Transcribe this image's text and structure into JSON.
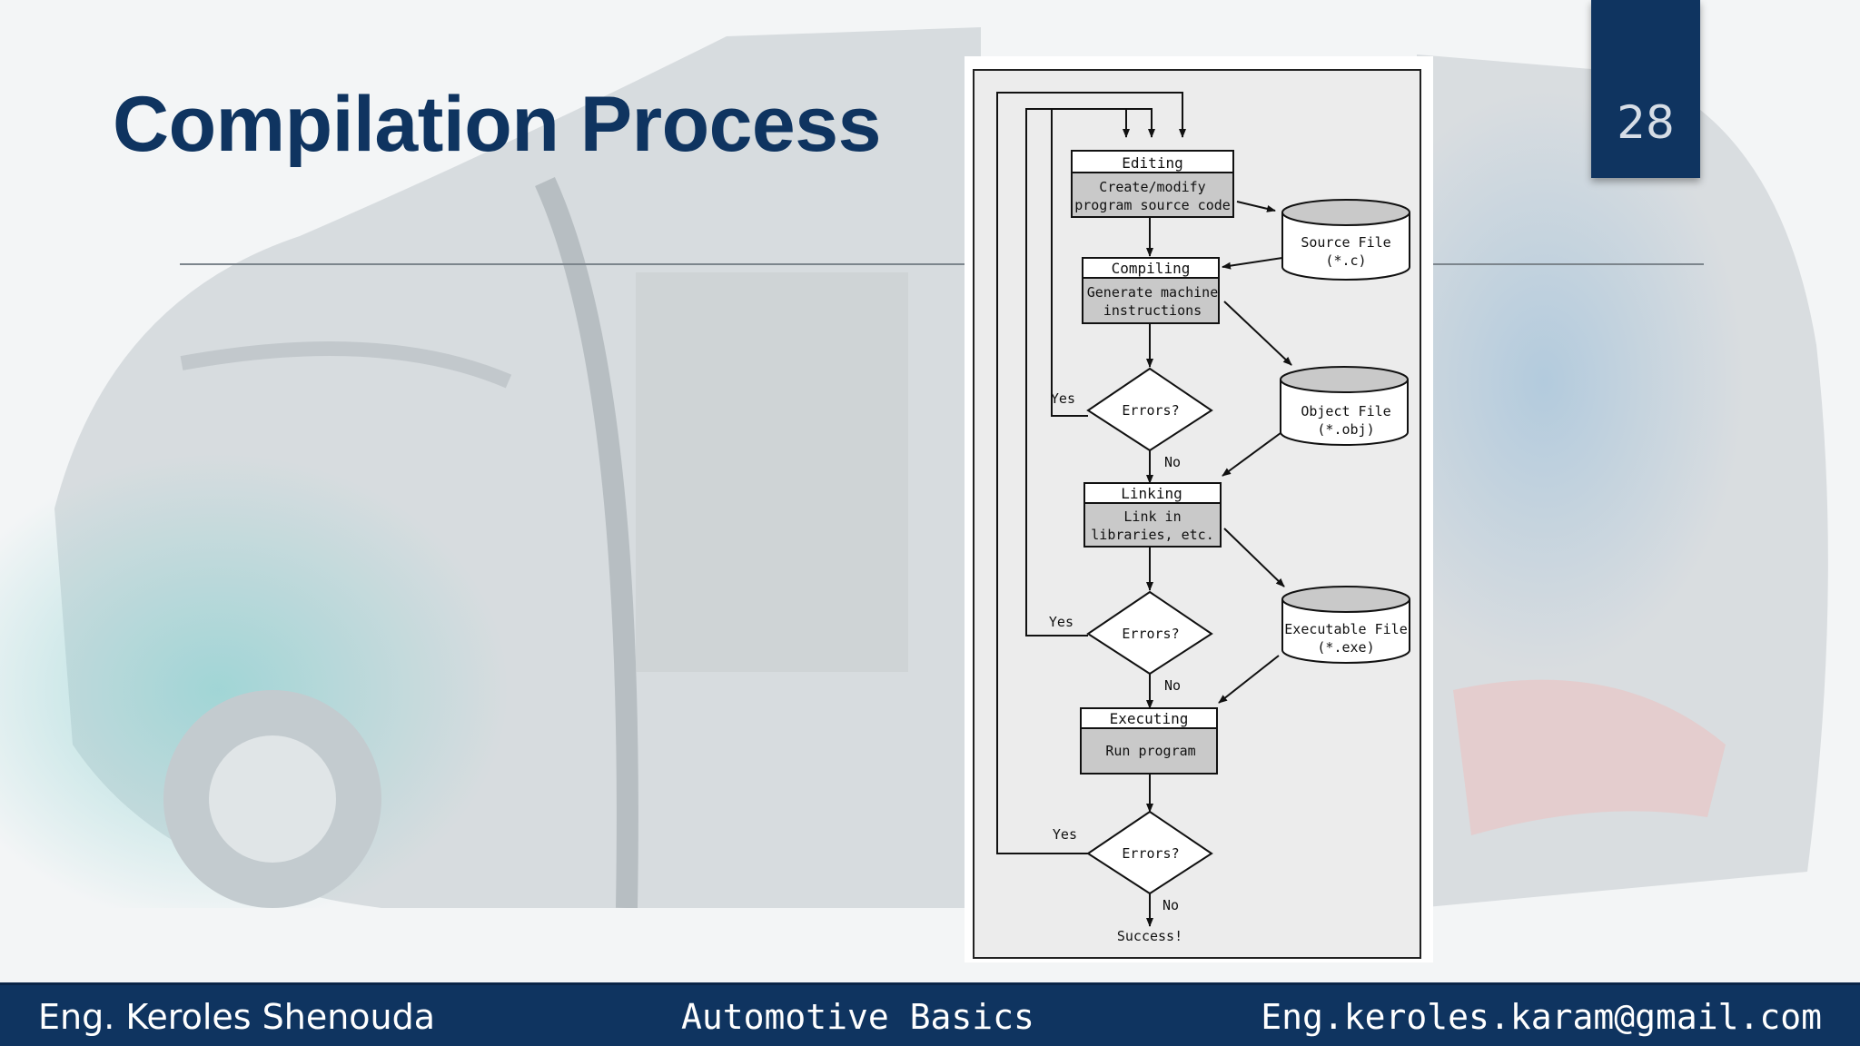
{
  "slide": {
    "title": "Compilation Process",
    "page_number": "28",
    "colors": {
      "navy": "#0f3460",
      "stage_fill": "#c9c9c9",
      "panel": "#ececec"
    }
  },
  "diagram": {
    "stages": [
      {
        "header": "Editing",
        "body": [
          "Create/modify",
          "program source code"
        ]
      },
      {
        "header": "Compiling",
        "body": [
          "Generate machine",
          "instructions"
        ]
      },
      {
        "header": "Linking",
        "body": [
          "Link in",
          "libraries, etc."
        ]
      },
      {
        "header": "Executing",
        "body": [
          "Run program"
        ]
      }
    ],
    "files": [
      {
        "line1": "Source File",
        "line2": "(*.c)"
      },
      {
        "line1": "Object File",
        "line2": "(*.obj)"
      },
      {
        "line1": "Executable File",
        "line2": "(*.exe)"
      }
    ],
    "decisions": [
      "Errors?",
      "Errors?",
      "Errors?"
    ],
    "yes_label": "Yes",
    "no_label": "No",
    "end_label": "Success!"
  },
  "footer": {
    "author": "Eng. Keroles Shenouda",
    "course": "Automotive Basics",
    "email": "Eng.keroles.karam@gmail.com"
  }
}
